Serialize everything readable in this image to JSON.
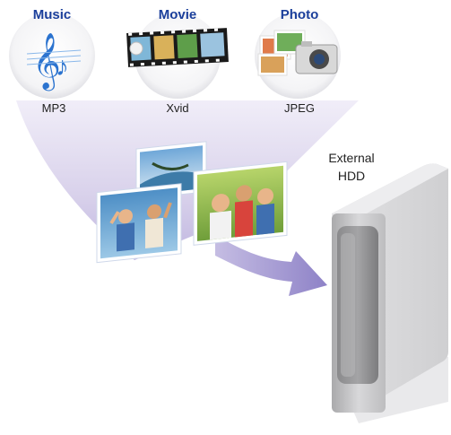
{
  "categories": [
    {
      "title": "Music",
      "format": "MP3",
      "icon": "music-notes-icon"
    },
    {
      "title": "Movie",
      "format": "Xvid",
      "icon": "film-strip-icon"
    },
    {
      "title": "Photo",
      "format": "JPEG",
      "icon": "camera-photos-icon"
    }
  ],
  "destination": {
    "line1": "External",
    "line2": "HDD",
    "icon": "external-hdd-icon"
  },
  "colors": {
    "title": "#1b3f9b",
    "funnel": "#c9bfe0",
    "arrow": "#9e92cf",
    "hdd": "#c9c9c9"
  }
}
